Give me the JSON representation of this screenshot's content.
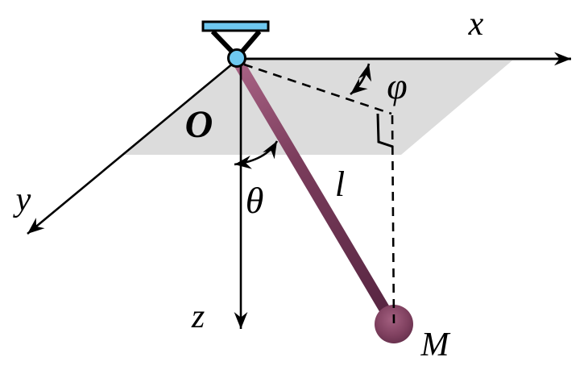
{
  "figure": {
    "type": "physics-diagram",
    "subject": "Spherical pendulum on a pivot with x, y, z axes, horizontal plane, rod l, bob M, polar angle θ and azimuthal angle φ",
    "labels": {
      "x_axis": "x",
      "y_axis": "y",
      "z_axis": "z",
      "origin": "O",
      "rod_length": "l",
      "bob_mass": "M",
      "polar_angle": "θ",
      "azimuthal_angle": "φ"
    },
    "colors": {
      "support": "#6EC8F0",
      "plane": "#DCDCDC",
      "rod_light": "#AA6486",
      "rod_mid": "#7B3D5C",
      "rod_dark": "#552440",
      "line": "#000000",
      "background": "#FFFFFF"
    }
  }
}
